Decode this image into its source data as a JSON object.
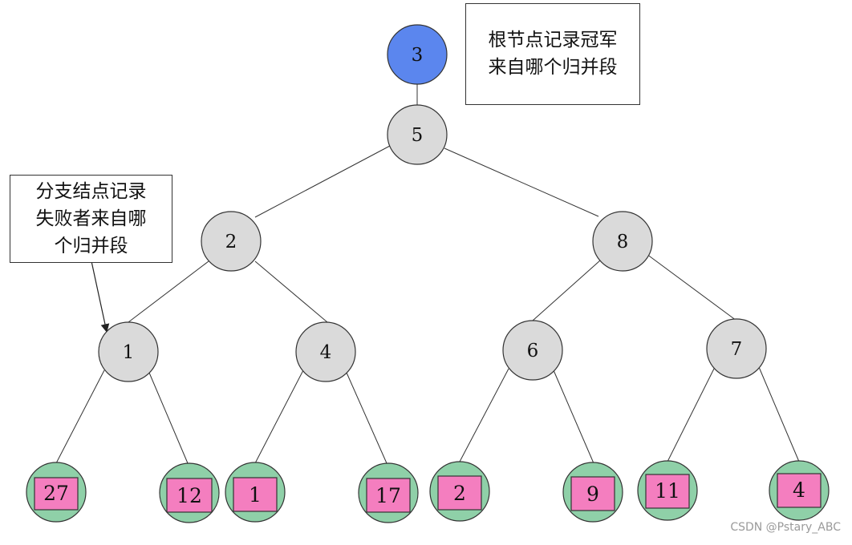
{
  "colors": {
    "root_fill": "#5b86ee",
    "node_fill": "#dadada",
    "leaf_fill": "#8fd0a8",
    "leaf_box_fill": "#f47ebf",
    "stroke": "#333333"
  },
  "root": {
    "label": "3"
  },
  "notes": {
    "root_note": [
      "根节点记录冠军",
      "来自哪个归并段"
    ],
    "branch_note": [
      "分支结点记录",
      "失败者来自哪",
      "个归并段"
    ]
  },
  "internal_nodes": [
    "5",
    "2",
    "8",
    "1",
    "4",
    "6",
    "7"
  ],
  "leaves": [
    "27",
    "12",
    "1",
    "17",
    "2",
    "9",
    "11",
    "4"
  ],
  "watermark": "CSDN @Pstary_ABC"
}
